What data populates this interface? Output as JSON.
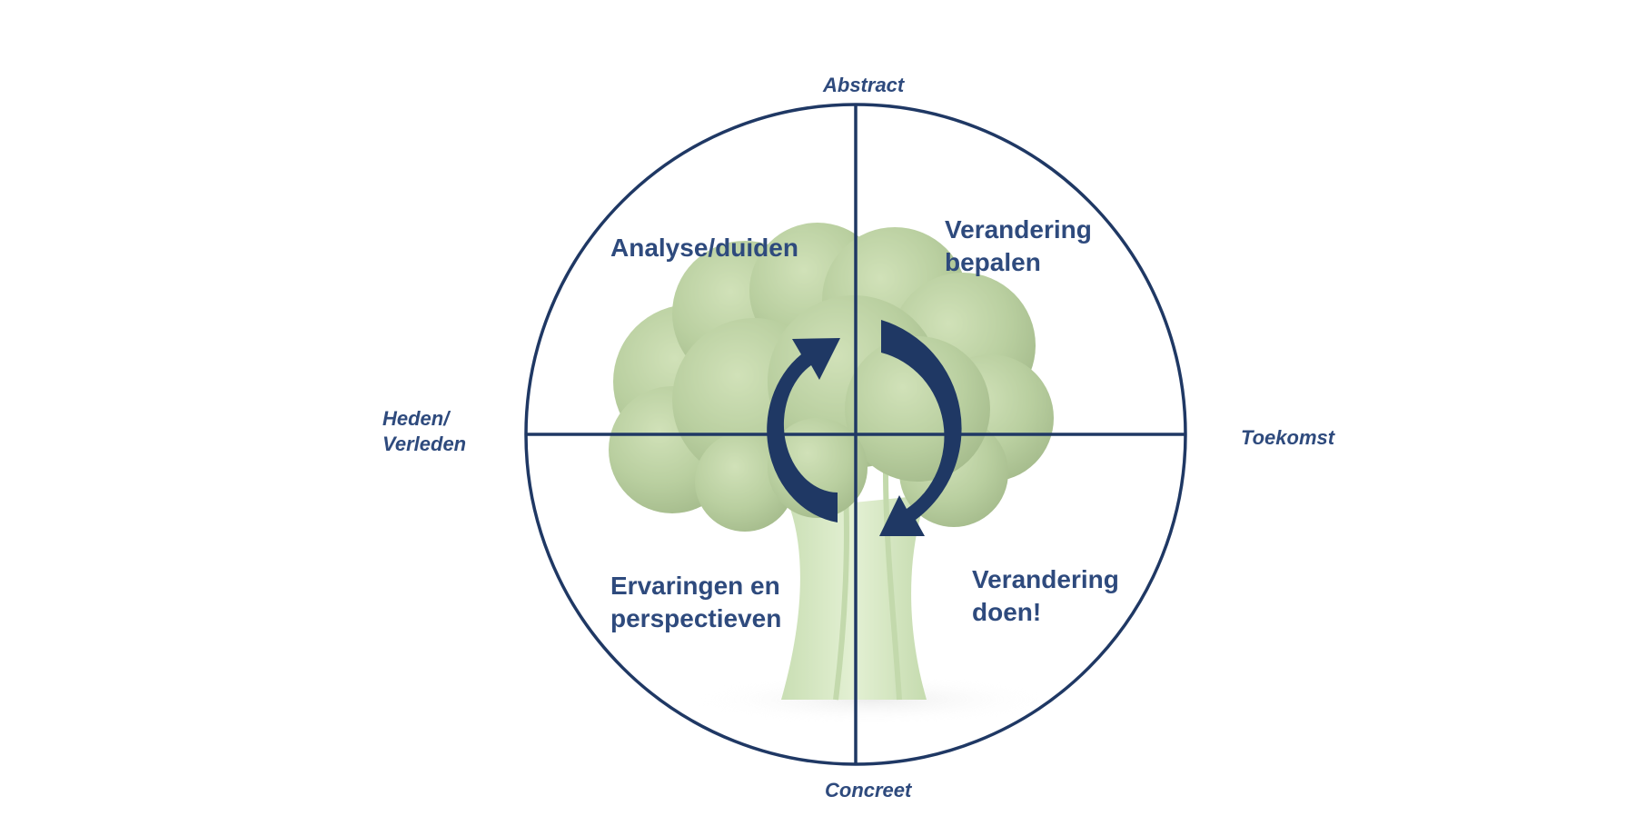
{
  "colors": {
    "navy": "#1f3864",
    "label_blue": "#2e4a7d",
    "broccoli_green": "#7fa35a",
    "broccoli_light": "#c8dba8",
    "stem_green": "#b9d79a"
  },
  "icons": {
    "illustration": "broccoli-icon",
    "cycle": "cycle-arrows-icon"
  },
  "axes": {
    "top": "Abstract",
    "bottom": "Concreet",
    "left_line1": "Heden/",
    "left_line2": "Verleden",
    "right": "Toekomst"
  },
  "quadrants": {
    "top_left": "Analyse/duiden",
    "top_right_line1": "Verandering",
    "top_right_line2": "bepalen",
    "bottom_left_line1": "Ervaringen en",
    "bottom_left_line2": "perspectieven",
    "bottom_right_line1": "Verandering",
    "bottom_right_line2": "doen!"
  }
}
